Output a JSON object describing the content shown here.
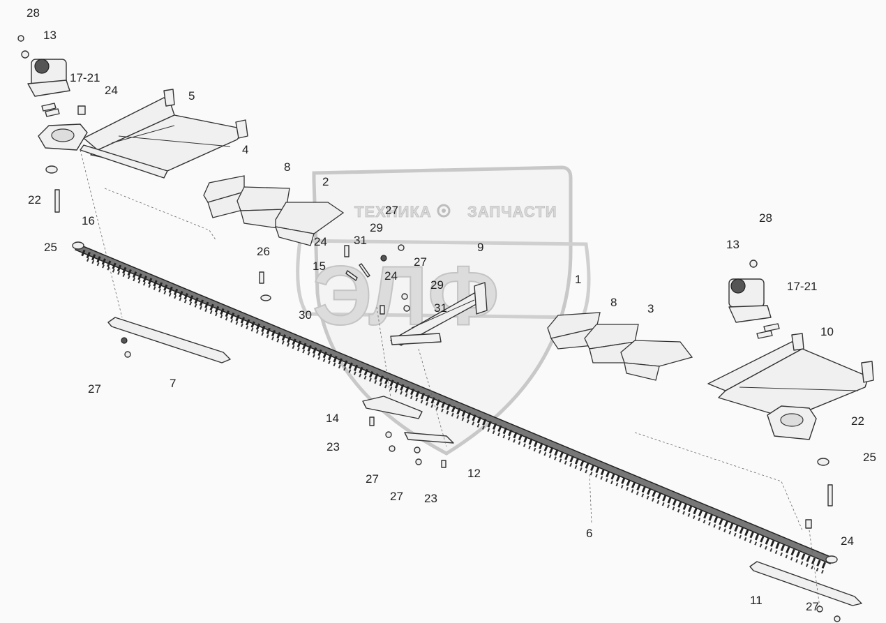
{
  "watermark": {
    "line1": "ТЕХНИКА",
    "gear": "gear-icon",
    "line2": "ЗАПЧАСТИ",
    "logo_letters": "ЭЛФ"
  },
  "callouts": {
    "c28_l": "28",
    "c13_l": "13",
    "c17_21_l": "17-21",
    "c24_l1": "24",
    "c5": "5",
    "c4": "4",
    "c8_l": "8",
    "c2": "2",
    "c22_l": "22",
    "c16": "16",
    "c25_l": "25",
    "c27_t": "27",
    "c29_t": "29",
    "c24_m": "24",
    "c31_t": "31",
    "c9": "9",
    "c26": "26",
    "c15": "15",
    "c27_m": "27",
    "c24_m2": "24",
    "c29_m": "29",
    "c1": "1",
    "c30": "30",
    "c31_m": "31",
    "c8_r": "8",
    "c3": "3",
    "c28_r": "28",
    "c13_r": "13",
    "c17_21_r": "17-21",
    "c10": "10",
    "c7": "7",
    "c27_l": "27",
    "c14": "14",
    "c23_a": "23",
    "c27_b1": "27",
    "c12": "12",
    "c27_b2": "27",
    "c23_b": "23",
    "c22_r": "22",
    "c25_r": "25",
    "c6": "6",
    "c24_r": "24",
    "c11": "11",
    "c27_r": "27"
  }
}
